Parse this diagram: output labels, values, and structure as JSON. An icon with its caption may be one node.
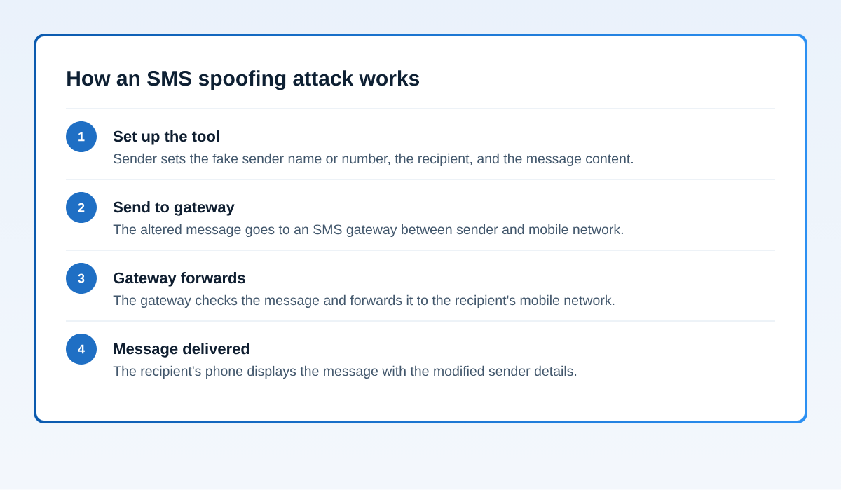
{
  "diagram": {
    "nodes": [
      {
        "text": [
          "How an SMS spoofing attack works"
        ]
      },
      {
        "text": [
          "1"
        ],
        "in": 0,
        "beside": [
          "Set up the tool",
          "Sender sets the fake sender name or number, the recipient, and the message content."
        ]
      },
      {
        "text": [
          "2"
        ],
        "in": 0,
        "beside": [
          "Send to gateway",
          "The altered message goes to an SMS gateway between sender and mobile network."
        ]
      },
      {
        "text": [
          "3"
        ],
        "in": 0,
        "beside": [
          "Gateway forwards",
          "The gateway checks the message and forwards it to the recipient's mobile network."
        ]
      },
      {
        "text": [
          "4"
        ],
        "in": 0,
        "beside": [
          "Message delivered",
          "The recipient's phone displays the message with the modified sender details."
        ]
      }
    ]
  }
}
